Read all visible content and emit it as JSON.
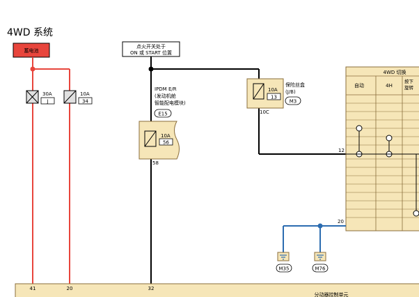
{
  "title": "4WD 系统",
  "battery": {
    "label": "蓄电池",
    "color": "#e8453c"
  },
  "ignition_note": {
    "line1": "点火开关处于",
    "line2": "ON 或 START 位置"
  },
  "fuses": [
    {
      "amps": "30A",
      "code": "J"
    },
    {
      "amps": "10A",
      "code": "34"
    }
  ],
  "ipdm": {
    "line1": "IPDM E/R",
    "line2": "(发动机舱",
    "line3": "智能配电模块)",
    "connector": "E15",
    "fuse_amps": "10A",
    "fuse_code": "56",
    "terminal": "58"
  },
  "fuse_block": {
    "label": "保险丝盒",
    "sub": "(J/B)",
    "connector": "M3",
    "fuse_amps": "10A",
    "fuse_code": "13",
    "terminal": "10C"
  },
  "switch_panel": {
    "header": "4WD 切换",
    "col_auto": "自动",
    "col_4h": "4H",
    "col_lock_1": "按下",
    "col_lock_2": "旋转"
  },
  "terminals": {
    "t12": "12",
    "t20": "20",
    "t41": "41",
    "t20b": "20",
    "t32": "32"
  },
  "grounds": [
    "M35",
    "M76"
  ],
  "control_unit": {
    "label": "分动器控制单元"
  },
  "colors": {
    "red_wire": "#e8453c",
    "black_wire": "#000000",
    "blue_wire": "#2b6cb0",
    "component_fill": "#f6e6b8",
    "component_stroke": "#8a6d3b"
  }
}
